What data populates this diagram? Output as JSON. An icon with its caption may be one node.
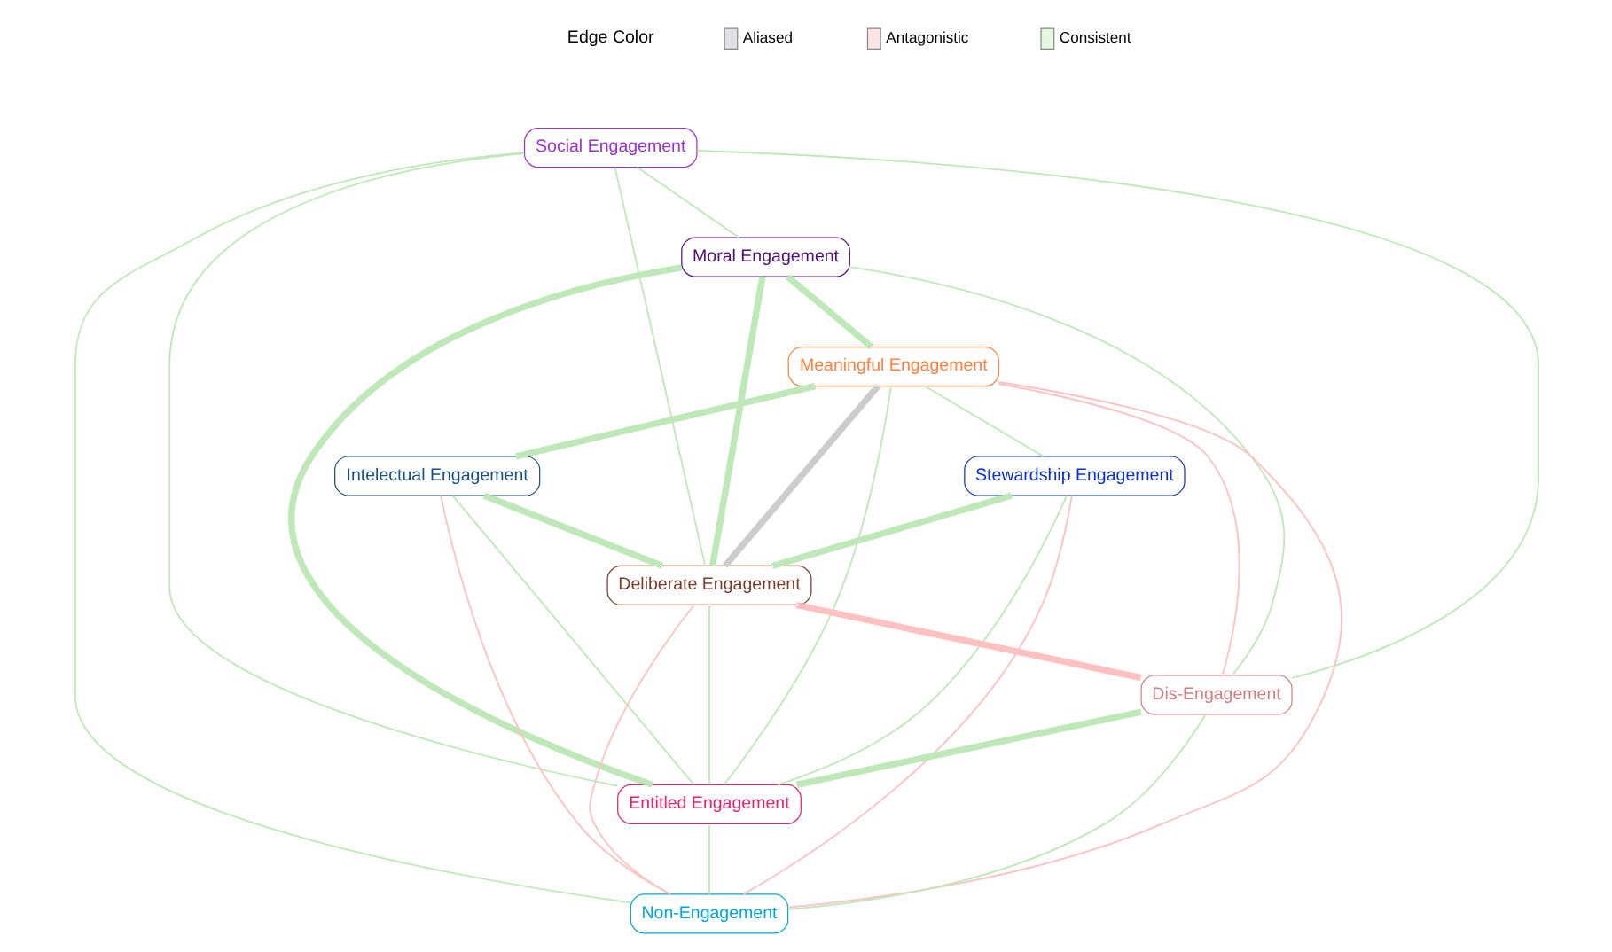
{
  "diagram": {
    "nodes": [
      {
        "text": [
          "Social Engagement"
        ]
      },
      {
        "text": [
          "Moral Engagement"
        ]
      },
      {
        "text": [
          "Meaningful Engagement"
        ]
      },
      {
        "text": [
          "Stewardship Engagement"
        ]
      },
      {
        "text": [
          "Intelectual Engagement"
        ]
      },
      {
        "text": [
          "Deliberate Engagement"
        ]
      },
      {
        "text": [
          "Dis-Engagement"
        ]
      },
      {
        "text": [
          "Non-Engagement"
        ]
      },
      {
        "text": [
          "Entitled Engagement"
        ]
      }
    ],
    "edges": [
      {
        "from": 0,
        "to": 1,
        "arrow": "none"
      },
      {
        "from": 0,
        "to": 6,
        "arrow": "none"
      },
      {
        "from": 0,
        "to": 8,
        "arrow": "none"
      },
      {
        "from": 0,
        "to": 5,
        "arrow": "none"
      },
      {
        "from": 0,
        "to": 7,
        "arrow": "none"
      },
      {
        "from": 1,
        "to": 2,
        "arrow": "none",
        "style": "thick"
      },
      {
        "from": 1,
        "to": 5,
        "arrow": "none",
        "style": "thick"
      },
      {
        "from": 1,
        "to": 6,
        "arrow": "none"
      },
      {
        "from": 1,
        "to": 8,
        "arrow": "none",
        "style": "thick"
      },
      {
        "from": 2,
        "to": 3,
        "arrow": "none"
      },
      {
        "from": 2,
        "to": 4,
        "arrow": "none",
        "style": "thick"
      },
      {
        "from": 2,
        "to": 5,
        "arrow": "none",
        "style": "thick",
        "color": "#cccccc"
      },
      {
        "from": 2,
        "to": 6,
        "arrow": "none",
        "color": "#ffc0c0"
      },
      {
        "from": 2,
        "to": 7,
        "arrow": "none",
        "color": "#ffc0c0"
      },
      {
        "from": 2,
        "to": 8,
        "arrow": "none"
      },
      {
        "from": 3,
        "to": 5,
        "arrow": "none",
        "style": "thick"
      },
      {
        "from": 3,
        "to": 8,
        "arrow": "none"
      },
      {
        "from": 3,
        "to": 7,
        "arrow": "none",
        "color": "#ffc0c0"
      },
      {
        "from": 4,
        "to": 5,
        "arrow": "none",
        "style": "thick"
      },
      {
        "from": 4,
        "to": 7,
        "arrow": "none",
        "color": "#ffc0c0"
      },
      {
        "from": 4,
        "to": 8,
        "arrow": "none"
      },
      {
        "from": 5,
        "to": 6,
        "arrow": "none",
        "style": "thick",
        "color": "#ffc0c0"
      },
      {
        "from": 5,
        "to": 7,
        "arrow": "none",
        "color": "#ffc0c0"
      },
      {
        "from": 5,
        "to": 8,
        "arrow": "none"
      },
      {
        "from": 6,
        "to": 8,
        "arrow": "none",
        "style": "thick"
      },
      {
        "from": 6,
        "to": 7,
        "arrow": "none"
      },
      {
        "from": 8,
        "to": 7,
        "arrow": "none"
      }
    ],
    "labels": [
      "Edge Color"
    ],
    "legend": [
      {
        "text": "Aliased",
        "color": "#e0e0e6"
      },
      {
        "text": "Antagonistic",
        "color": "#fde4e4"
      },
      {
        "text": "Consistent",
        "color": "#e4f6e0"
      }
    ]
  }
}
